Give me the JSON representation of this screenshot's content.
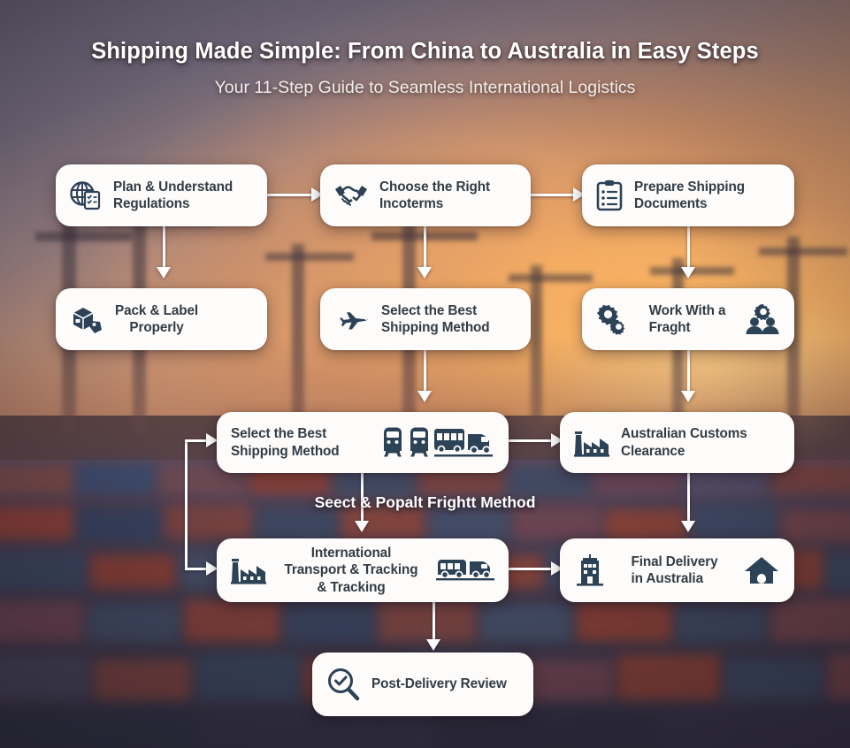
{
  "header": {
    "title": "Shipping Made Simple: From China to Australia in Easy Steps",
    "subtitle": "Your 11-Step Guide to Seamless International Logistics"
  },
  "floating_label": "Seect & Popalt Frightt Method",
  "colors": {
    "node_background": "#fdfcfa",
    "icon": "#2c4257",
    "text": "#323c46",
    "connector": "#ffffff",
    "title": "#ffffff"
  },
  "steps": [
    {
      "id": "plan-understand-regulations",
      "label": "Plan & Understand\nRegulations",
      "icons_left": [
        "globe-checklist-icon"
      ],
      "icons_right": []
    },
    {
      "id": "choose-the-right-incoterms",
      "label": "Choose the Right\nIncoterms",
      "icons_left": [
        "handshake-icon"
      ],
      "icons_right": []
    },
    {
      "id": "prepare-shipping-documents",
      "label": "Prepare Shipping\nDocuments",
      "icons_left": [
        "clipboard-icon"
      ],
      "icons_right": []
    },
    {
      "id": "pack-and-label-properly",
      "label": "Pack & Label\nProperly",
      "icons_left": [
        "package-tag-icon"
      ],
      "icons_right": []
    },
    {
      "id": "select-the-best-shipping-method-air",
      "label": "Select the Best\nShipping Method",
      "icons_left": [
        "airplane-icon"
      ],
      "icons_right": []
    },
    {
      "id": "work-with-a-fraght",
      "label": "Work With a\nFraght",
      "icons_left": [
        "gears-icon"
      ],
      "icons_right": [
        "people-gear-icon"
      ]
    },
    {
      "id": "select-the-best-shipping-method-multimodal",
      "label": "Select the Best\nShipping Method",
      "icons_left": [],
      "icons_right": [
        "train-bus-truck-icon"
      ]
    },
    {
      "id": "australian-customs-clearance",
      "label": "Australian Customs\nClearance",
      "icons_left": [
        "factory-icon"
      ],
      "icons_right": []
    },
    {
      "id": "international-transport-tracking",
      "label": "International\nTransport & Tracking & Tracking",
      "icons_left": [
        "factory-icon"
      ],
      "icons_right": [
        "van-truck-icon"
      ]
    },
    {
      "id": "final-delivery-in-australia",
      "label": "Final Delivery\nin Australia",
      "icons_left": [
        "office-building-icon"
      ],
      "icons_right": [
        "house-icon"
      ]
    },
    {
      "id": "post-delivery-review",
      "label": "Post-Delivery Review",
      "icons_left": [
        "magnifier-check-icon"
      ],
      "icons_right": []
    }
  ]
}
